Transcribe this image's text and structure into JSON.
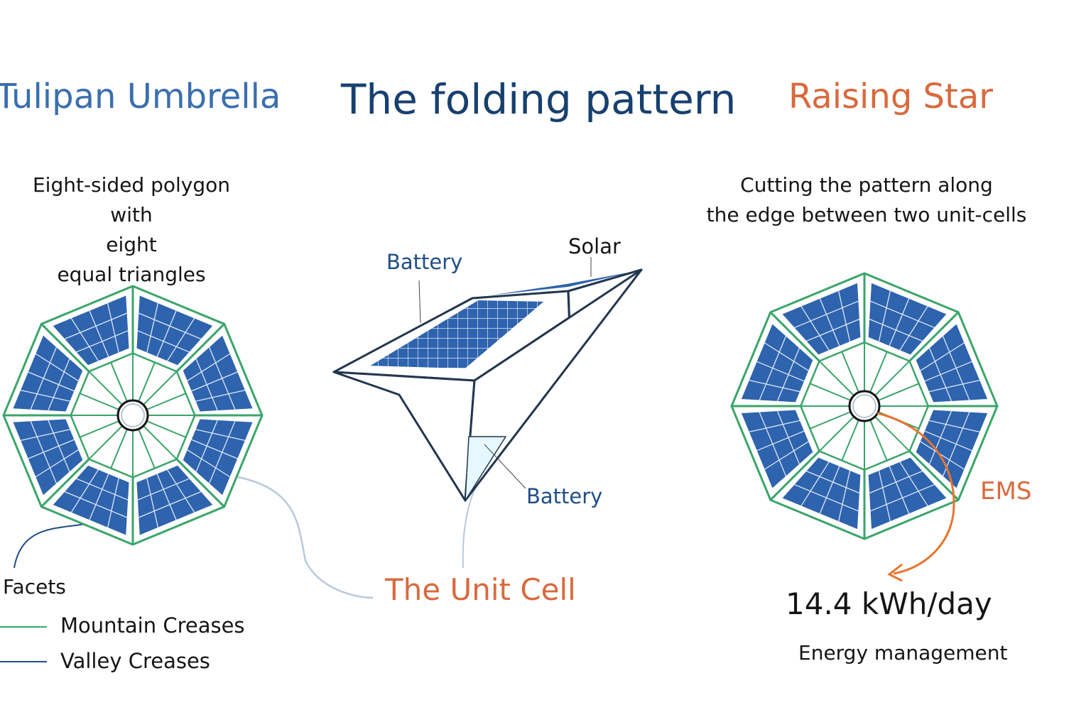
{
  "titles": {
    "left": "Tulipan Umbrella",
    "center": "The folding pattern",
    "right": "Raising Star"
  },
  "left_description": {
    "line1": "Eight-sided polygon",
    "line2": "with",
    "line3": "eight",
    "line4": "equal triangles"
  },
  "right_description": {
    "line1": "Cutting the pattern along",
    "line2": "the edge between two unit-cells"
  },
  "unit_cell": {
    "label": "The Unit Cell",
    "battery_top": "Battery",
    "solar": "Solar",
    "battery_bottom": "Battery"
  },
  "legend": {
    "facets": "Facets",
    "mountain": "Mountain Creases",
    "valley": "Valley Creases"
  },
  "ems": {
    "label": "EMS",
    "value": "14.4 kWh/day",
    "caption": "Energy management"
  },
  "colors": {
    "mountain_crease": "#3aa56a",
    "valley_crease": "#1f4e86",
    "solar_panel": "#2e63ae",
    "accent_orange": "#e8742f",
    "title_blue": "#17406f"
  }
}
